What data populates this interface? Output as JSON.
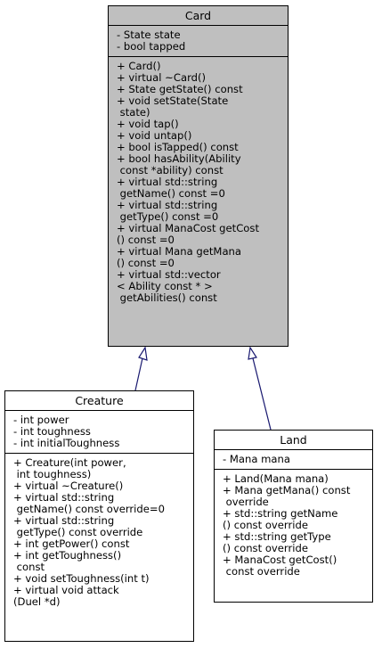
{
  "classes": {
    "card": {
      "name": "Card",
      "attributes": [
        "- State state",
        "- bool tapped"
      ],
      "methods": [
        "+ Card()",
        "+ virtual ~Card()",
        "+ State getState() const",
        "+ void setState(State",
        " state)",
        "+ void tap()",
        "+ void untap()",
        "+ bool isTapped() const",
        "+ bool hasAbility(Ability",
        " const *ability) const",
        "+ virtual std::string",
        " getName() const =0",
        "+ virtual std::string",
        " getType() const =0",
        "+ virtual ManaCost getCost",
        "() const =0",
        "+ virtual Mana getMana",
        "() const =0",
        "+ virtual std::vector",
        "< Ability const * >",
        " getAbilities() const"
      ]
    },
    "creature": {
      "name": "Creature",
      "attributes": [
        "- int power",
        "- int toughness",
        "- int initialToughness"
      ],
      "methods": [
        "+ Creature(int power,",
        " int toughness)",
        "+ virtual ~Creature()",
        "+ virtual std::string",
        " getName() const override=0",
        "+ virtual std::string",
        " getType() const override",
        "+ int getPower() const",
        "+ int getToughness()",
        " const",
        "+ void setToughness(int t)",
        "+ virtual void attack",
        "(Duel *d)"
      ]
    },
    "land": {
      "name": "Land",
      "attributes": [
        "- Mana mana"
      ],
      "methods": [
        "+ Land(Mana mana)",
        "+ Mana getMana() const",
        " override",
        "+ std::string getName",
        "() const override",
        "+ std::string getType",
        "() const override",
        "+ ManaCost getCost()",
        " const override"
      ]
    }
  },
  "colors": {
    "card_fill": "#bfbfbf",
    "edge": "#191970",
    "border": "#000000"
  }
}
